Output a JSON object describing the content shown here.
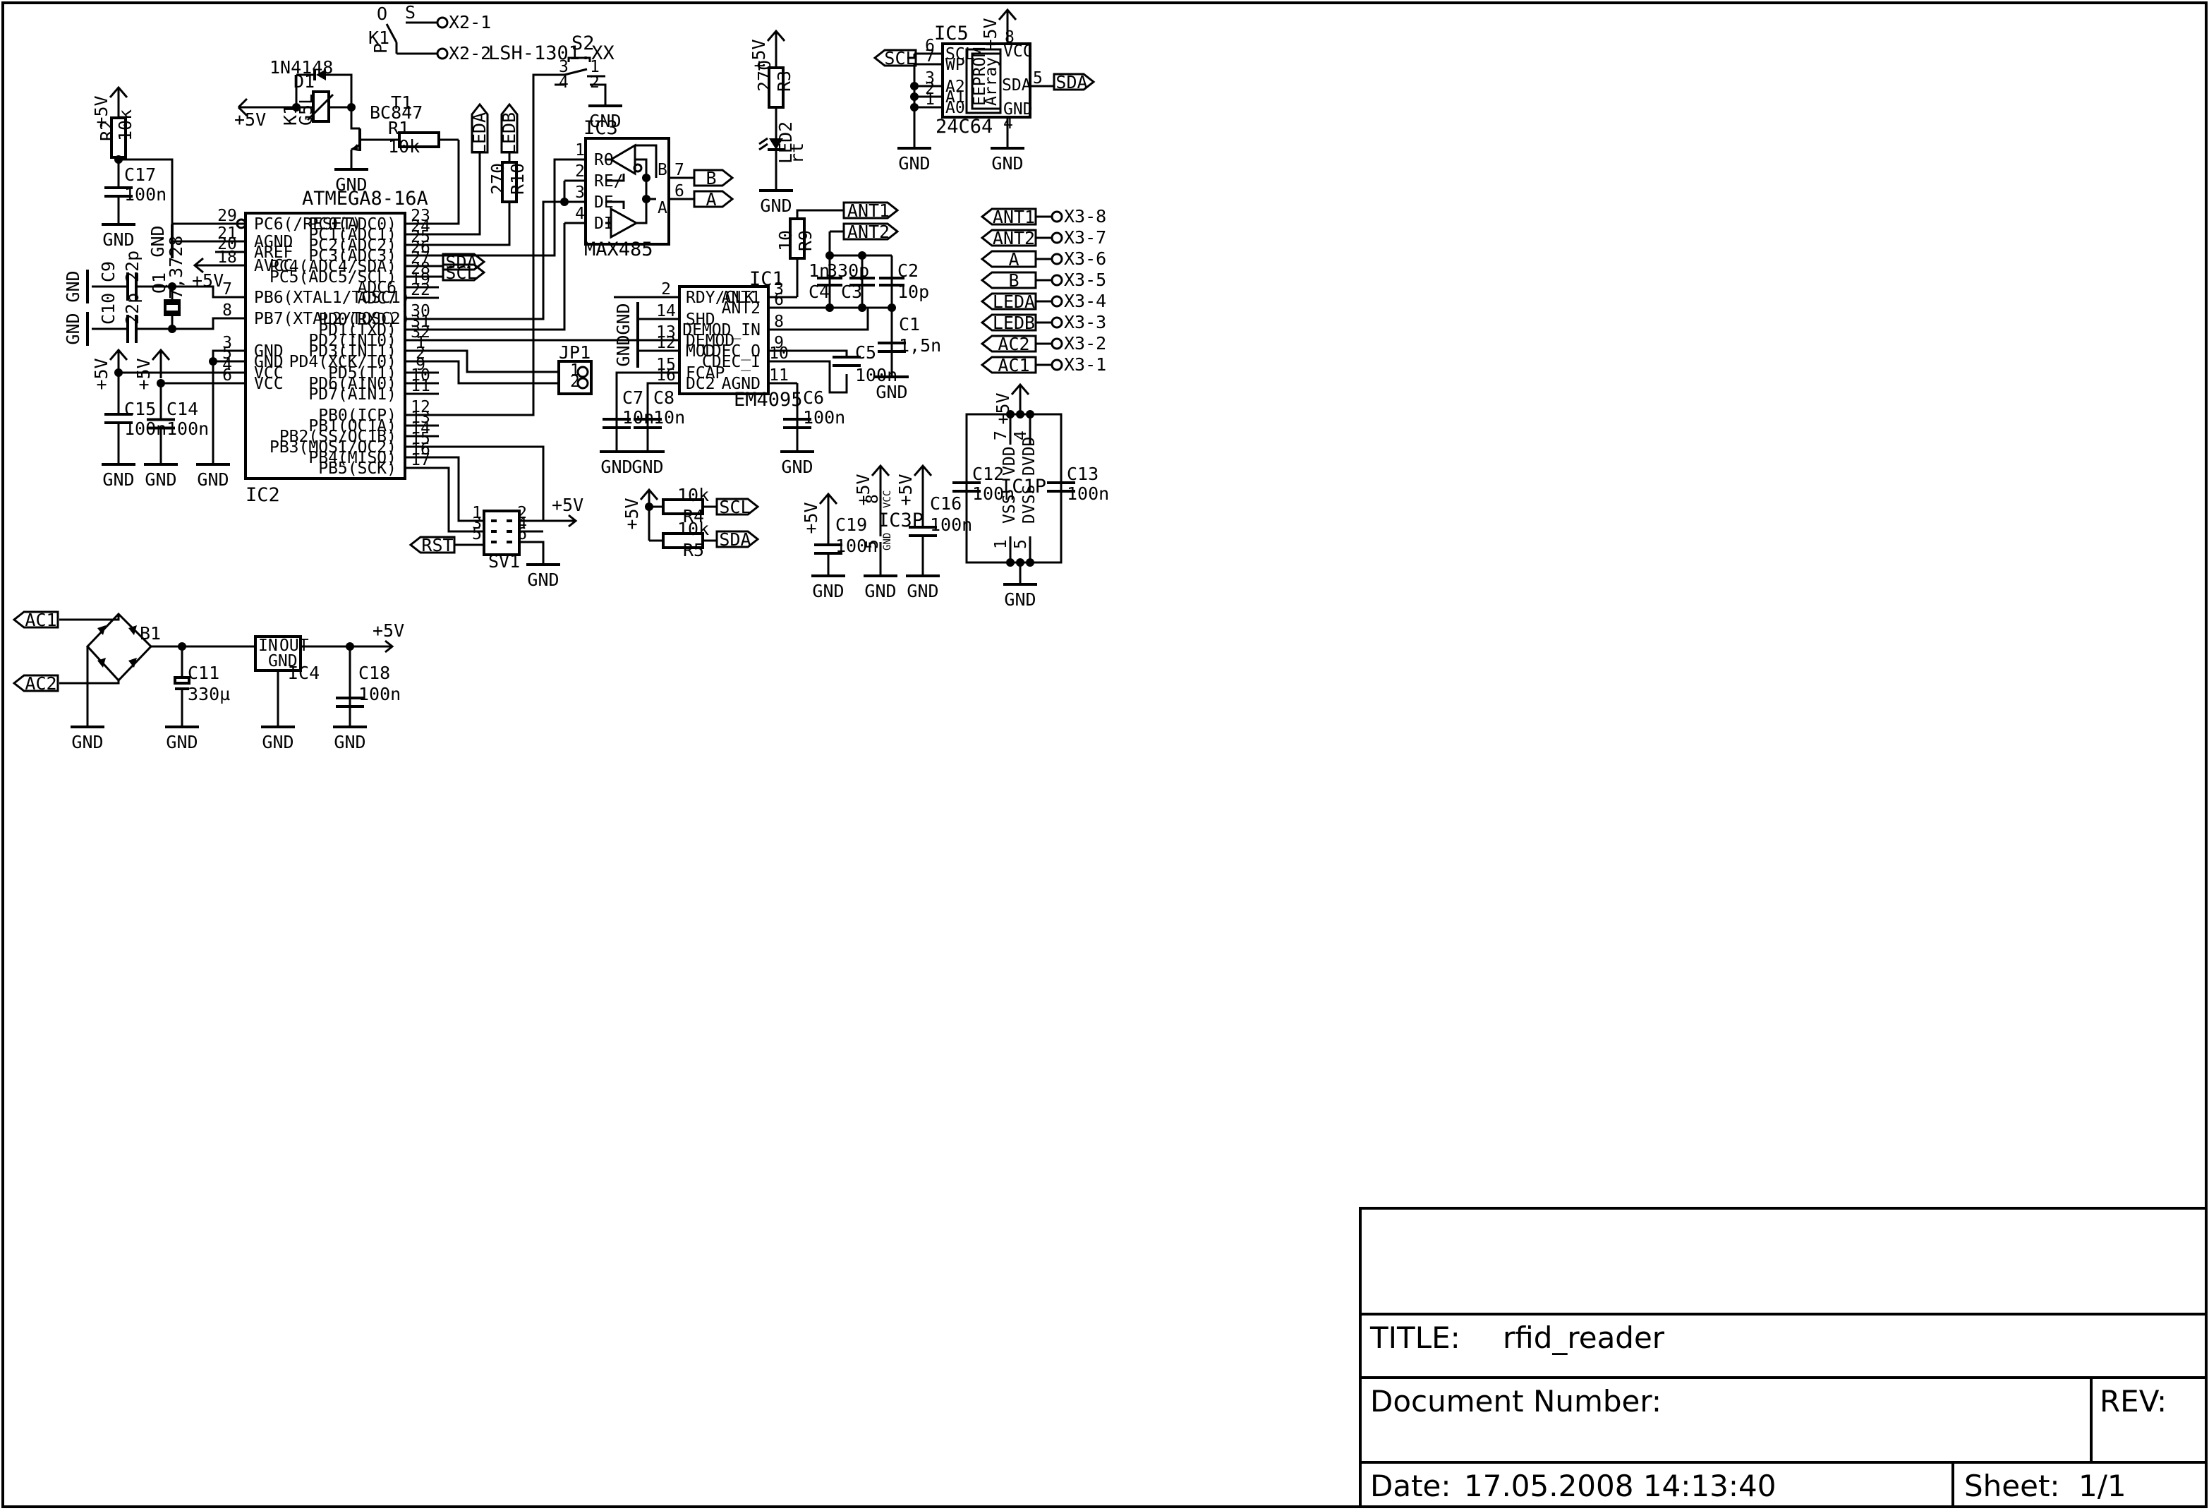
{
  "title_block": {
    "title_label": "TITLE:",
    "title": "rfid_reader",
    "doc_label": "Document Number:",
    "rev_label": "REV:",
    "date_label": "Date:",
    "date": "17.05.2008 14:13:40",
    "sheet_label": "Sheet:",
    "sheet": "1/1"
  },
  "ic2": {
    "name": "IC2",
    "part": "ATMEGA8-16A",
    "left_pins": [
      {
        "num": "29",
        "name": "PC6(/RESET)"
      },
      {
        "num": "21",
        "name": "AGND"
      },
      {
        "num": "20",
        "name": "AREF"
      },
      {
        "num": "18",
        "name": "AVCC"
      },
      {
        "num": "7",
        "name": "PB6(XTAL1/TOSC1)"
      },
      {
        "num": "8",
        "name": "PB7(XTAL2/TOSC2)"
      },
      {
        "num": "3",
        "name": "GND"
      },
      {
        "num": "5",
        "name": "GND"
      },
      {
        "num": "4",
        "name": "VCC"
      },
      {
        "num": "6",
        "name": "VCC"
      }
    ],
    "right_pins": [
      {
        "num": "23",
        "name": "PC0(ADC0)"
      },
      {
        "num": "24",
        "name": "PC1(ADC1)"
      },
      {
        "num": "25",
        "name": "PC2(ADC2)"
      },
      {
        "num": "26",
        "name": "PC3(ADC3)"
      },
      {
        "num": "27",
        "name": "PC4(ADC4/SDA)"
      },
      {
        "num": "28",
        "name": "PC5(ADC5/SCL)"
      },
      {
        "num": "19",
        "name": "ADC6"
      },
      {
        "num": "22",
        "name": "ADC7"
      },
      {
        "num": "30",
        "name": "PD0(RXD)"
      },
      {
        "num": "31",
        "name": "PD1(TXD)"
      },
      {
        "num": "32",
        "name": "PD2(INT0)"
      },
      {
        "num": "1",
        "name": "PD3(INT1)"
      },
      {
        "num": "2",
        "name": "PD4(XCK/T0)"
      },
      {
        "num": "9",
        "name": "PD5(T1)"
      },
      {
        "num": "10",
        "name": "PD6(AIN0)"
      },
      {
        "num": "11",
        "name": "PD7(AIN1)"
      },
      {
        "num": "12",
        "name": "PB0(ICP)"
      },
      {
        "num": "13",
        "name": "PB1(OC1A)"
      },
      {
        "num": "14",
        "name": "PB2(SS/OC1B)"
      },
      {
        "num": "15",
        "name": "PB3(MOSI/OC2)"
      },
      {
        "num": "16",
        "name": "PB4(MISO)"
      },
      {
        "num": "17",
        "name": "PB5(SCK)"
      }
    ]
  },
  "ic1": {
    "name": "IC1",
    "part": "EM4095",
    "left_pins": [
      {
        "num": "2",
        "name": "RDY/CLK"
      },
      {
        "num": "14",
        "name": "SHD"
      },
      {
        "num": "13",
        "name": "DEMOD"
      },
      {
        "num": "12",
        "name": "MOD"
      },
      {
        "num": "15",
        "name": "FCAP"
      },
      {
        "num": "16",
        "name": "DC2"
      }
    ],
    "right_pins": [
      {
        "num": "3",
        "name": "ANT1"
      },
      {
        "num": "6",
        "name": "ANT2"
      },
      {
        "num": "8",
        "name": "DEMOD_IN"
      },
      {
        "num": "9",
        "name": "CDEC_O"
      },
      {
        "num": "10",
        "name": "CDEC_I"
      },
      {
        "num": "11",
        "name": "AGND"
      }
    ]
  },
  "ic3": {
    "name": "IC3",
    "part": "MAX485",
    "pins": [
      {
        "num": "1",
        "name": "RO"
      },
      {
        "num": "2",
        "name": "RE/"
      },
      {
        "num": "3",
        "name": "DE"
      },
      {
        "num": "4",
        "name": "DI"
      },
      {
        "num": "7",
        "name": "B"
      },
      {
        "num": "6",
        "name": "A"
      }
    ]
  },
  "ic5": {
    "name": "IC5",
    "part": "24C64",
    "pins": [
      {
        "num": "6",
        "name": "SCL"
      },
      {
        "num": "7",
        "name": "WP"
      },
      {
        "num": "3",
        "name": "A2"
      },
      {
        "num": "2",
        "name": "A1"
      },
      {
        "num": "1",
        "name": "A0"
      },
      {
        "num": "8",
        "name": "VCC"
      },
      {
        "num": "5",
        "name": "SDA"
      },
      {
        "num": "4",
        "name": "GND"
      }
    ],
    "array_label_1": "EEPROM",
    "array_label_2": "Array"
  },
  "ic1p": {
    "name": "IC1P",
    "pins": [
      {
        "num": "7",
        "name": "VDD"
      },
      {
        "num": "4",
        "name": "DVDD"
      },
      {
        "num": "1",
        "name": "VSS"
      },
      {
        "num": "5",
        "name": "DVSS"
      }
    ]
  },
  "ic3p": {
    "name": "IC3P",
    "pin8": "8",
    "vcc": "VCC",
    "pin5": "5",
    "gnd": "GND"
  },
  "ic4": {
    "name": "IC4",
    "in": "IN",
    "out": "OUT",
    "gnd": "GND"
  },
  "components": {
    "r1": {
      "name": "R1",
      "value": "10k"
    },
    "r2": {
      "name": "R2",
      "value": "10k"
    },
    "r3": {
      "name": "R3",
      "value": "270"
    },
    "r4": {
      "name": "R4",
      "value": "10k"
    },
    "r5": {
      "name": "R5",
      "value": "10k"
    },
    "r9": {
      "name": "R9",
      "value": "10"
    },
    "r10": {
      "name": "R10",
      "value": "270"
    },
    "c1": {
      "name": "C1",
      "value": "1,5n"
    },
    "c2": {
      "name": "C2",
      "value": "10p"
    },
    "c3": {
      "name": "C3",
      "value": "330p"
    },
    "c4": {
      "name": "C4",
      "value": "1n"
    },
    "c5": {
      "name": "C5",
      "value": "100n"
    },
    "c6": {
      "name": "C6",
      "value": "100n"
    },
    "c7": {
      "name": "C7",
      "value": "10n"
    },
    "c8": {
      "name": "C8",
      "value": "10n"
    },
    "c9": {
      "name": "C9",
      "value": "22p"
    },
    "c10": {
      "name": "C10",
      "value": "22p"
    },
    "c11": {
      "name": "C11",
      "value": "330µ"
    },
    "c12": {
      "name": "C12",
      "value": "100n"
    },
    "c13": {
      "name": "C13",
      "value": "100n"
    },
    "c14": {
      "name": "C14",
      "value": "100n"
    },
    "c15": {
      "name": "C15",
      "value": "100n"
    },
    "c16": {
      "name": "C16",
      "value": "100n"
    },
    "c17": {
      "name": "C17",
      "value": "100n"
    },
    "c18": {
      "name": "C18",
      "value": "100n"
    },
    "c19": {
      "name": "C19",
      "value": "100n"
    },
    "d1": {
      "name": "D1",
      "value": "1N4148"
    },
    "k1": {
      "name": "K1",
      "value": "G5L"
    },
    "k1_contact": {
      "name": "K1",
      "o": "O",
      "s": "S",
      "p": "P"
    },
    "t1": {
      "name": "T1",
      "value": "BC847"
    },
    "s2": {
      "name": "S2",
      "value": "LSH-1301.XX",
      "p1": "1",
      "p2": "2",
      "p3": "3",
      "p4": "4"
    },
    "q1": {
      "name": "Q1",
      "value": "7,3728"
    },
    "led2": {
      "name": "LED2",
      "value": "rt"
    },
    "b1": {
      "name": "B1"
    },
    "jp1": {
      "name": "JP1",
      "p1": "1",
      "p2": "2"
    },
    "sv1": {
      "name": "SV1",
      "pins": [
        "1",
        "2",
        "3",
        "4",
        "5",
        "6"
      ]
    }
  },
  "connectors": {
    "x2": [
      "X2-1",
      "X2-2"
    ],
    "x3": [
      {
        "pin": "X3-8",
        "net": "ANT1"
      },
      {
        "pin": "X3-7",
        "net": "ANT2"
      },
      {
        "pin": "X3-6",
        "net": "A"
      },
      {
        "pin": "X3-5",
        "net": "B"
      },
      {
        "pin": "X3-4",
        "net": "LEDA"
      },
      {
        "pin": "X3-3",
        "net": "LEDB"
      },
      {
        "pin": "X3-2",
        "net": "AC2"
      },
      {
        "pin": "X3-1",
        "net": "AC1"
      }
    ]
  },
  "nets": {
    "gnd": "GND",
    "vcc": "+5V",
    "sda": "SDA",
    "scl": "SCL",
    "rst": "RST",
    "leda": "LEDA",
    "ledb": "LEDB",
    "ant1": "ANT1",
    "ant2": "ANT2",
    "a": "A",
    "b": "B",
    "ac1": "AC1",
    "ac2": "AC2"
  }
}
